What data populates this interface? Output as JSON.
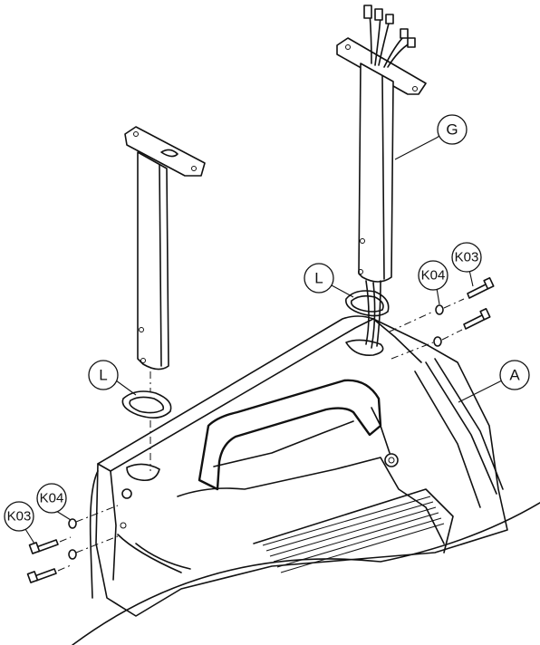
{
  "callouts": {
    "A": "A",
    "G": "G",
    "L_left": "L",
    "L_right": "L",
    "K03_right": "K03",
    "K04_right": "K04",
    "K03_left": "K03",
    "K04_left": "K04"
  }
}
